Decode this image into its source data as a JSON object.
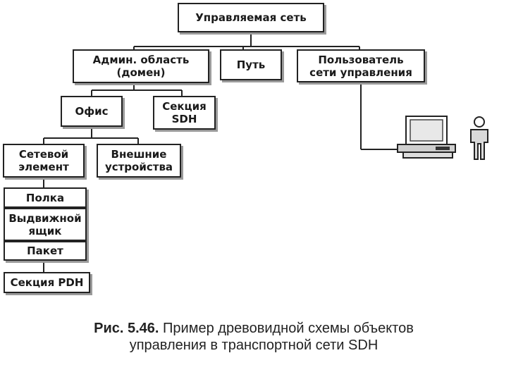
{
  "nodes": {
    "root": "Управляемая сеть",
    "admin_domain": "Админ. область\n(домен)",
    "path": "Путь",
    "mgmt_user": "Пользователь\nсети управления",
    "office": "Офис",
    "sdh_section": "Секция\nSDH",
    "network_element": "Сетевой\nэлемент",
    "external_devices": "Внешние\nустройства",
    "shelf": "Полка",
    "drawer": "Выдвижной\nящик",
    "packet": "Пакет",
    "pdh_section": "Секция PDH"
  },
  "caption": {
    "number": "Рис. 5.46.",
    "text_line1": "Пример древовидной схемы объектов",
    "text_line2": "управления в транспортной сети SDH"
  },
  "icons": [
    "computer-icon",
    "person-icon"
  ]
}
